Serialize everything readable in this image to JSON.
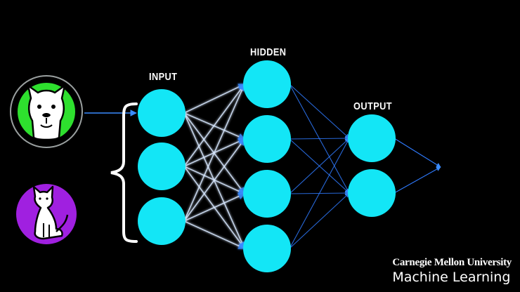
{
  "labels": {
    "input": "INPUT",
    "hidden": "HIDDEN",
    "output": "OUTPUT"
  },
  "brand": {
    "university": "Carnegie Mellon University",
    "program": "Machine Learning"
  },
  "animals": [
    {
      "name": "dog",
      "icon": "dog-icon",
      "ring_color": "#2ee02e"
    },
    {
      "name": "cat",
      "icon": "cat-icon",
      "ring_color": "#a020e0"
    }
  ],
  "network": {
    "layers": [
      3,
      4,
      2
    ],
    "node_color": "#13e6f6",
    "edge_color": "#2f7bff",
    "active_edge_color": "#d8e8ff"
  }
}
